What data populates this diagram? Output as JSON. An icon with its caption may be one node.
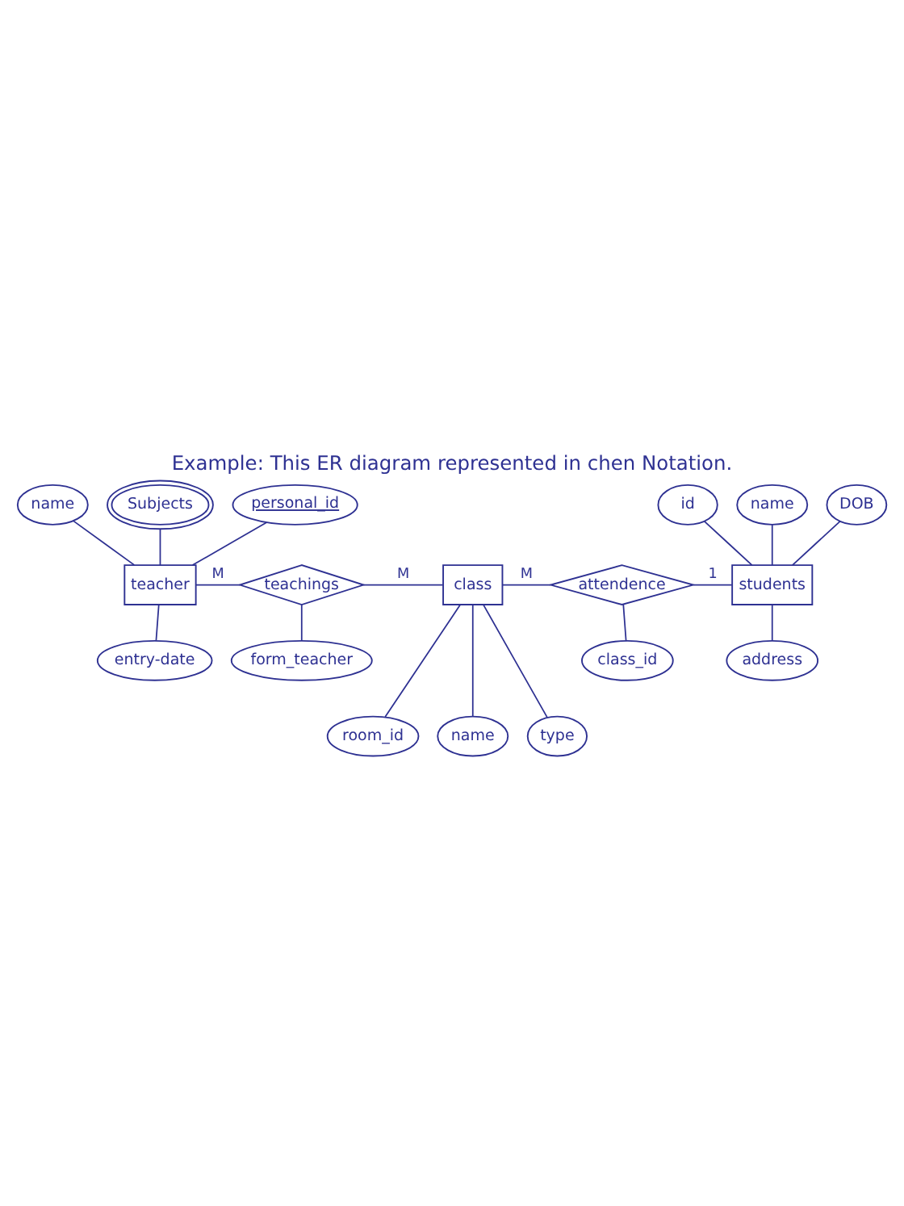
{
  "diagram": {
    "title": "Example: This ER diagram represented in chen Notation.",
    "nodes": [
      {
        "text": [
          "name"
        ]
      },
      {
        "text": [
          "Subjects"
        ]
      },
      {
        "text": [
          "personal_id"
        ]
      },
      {
        "text": [
          "id"
        ]
      },
      {
        "text": [
          "name"
        ]
      },
      {
        "text": [
          "DOB"
        ]
      },
      {
        "text": [
          "teacher"
        ]
      },
      {
        "text": [
          "teachings"
        ]
      },
      {
        "text": [
          "class"
        ]
      },
      {
        "text": [
          "attendence"
        ]
      },
      {
        "text": [
          "students"
        ]
      },
      {
        "text": [
          "form_teacher"
        ]
      },
      {
        "text": [
          "class_id"
        ]
      },
      {
        "text": [
          "entry-date"
        ]
      },
      {
        "text": [
          "address"
        ]
      },
      {
        "text": [
          "room_id"
        ]
      },
      {
        "text": [
          "name"
        ]
      },
      {
        "text": [
          "type"
        ]
      }
    ],
    "edges": [
      {
        "from": 0,
        "to": 6,
        "arrow": "none"
      },
      {
        "from": 1,
        "to": 6,
        "arrow": "none"
      },
      {
        "from": 2,
        "to": 6,
        "arrow": "none"
      },
      {
        "from": 3,
        "to": 10,
        "arrow": "none"
      },
      {
        "from": 4,
        "to": 10,
        "arrow": "none"
      },
      {
        "from": 5,
        "to": 10,
        "arrow": "none"
      },
      {
        "from": 6,
        "to": 7,
        "arrow": "none",
        "label": "M"
      },
      {
        "from": 7,
        "to": 8,
        "arrow": "none",
        "label": "M"
      },
      {
        "from": 8,
        "to": 9,
        "arrow": "none",
        "label": "M"
      },
      {
        "from": 9,
        "to": 10,
        "arrow": "none",
        "label": "1"
      },
      {
        "from": 6,
        "to": 13,
        "arrow": "none"
      },
      {
        "from": 7,
        "to": 11,
        "arrow": "none"
      },
      {
        "from": 9,
        "to": 12,
        "arrow": "none"
      },
      {
        "from": 10,
        "to": 14,
        "arrow": "none"
      },
      {
        "from": 8,
        "to": 15,
        "arrow": "none"
      },
      {
        "from": 8,
        "to": 16,
        "arrow": "none"
      },
      {
        "from": 8,
        "to": 17,
        "arrow": "none"
      }
    ]
  }
}
